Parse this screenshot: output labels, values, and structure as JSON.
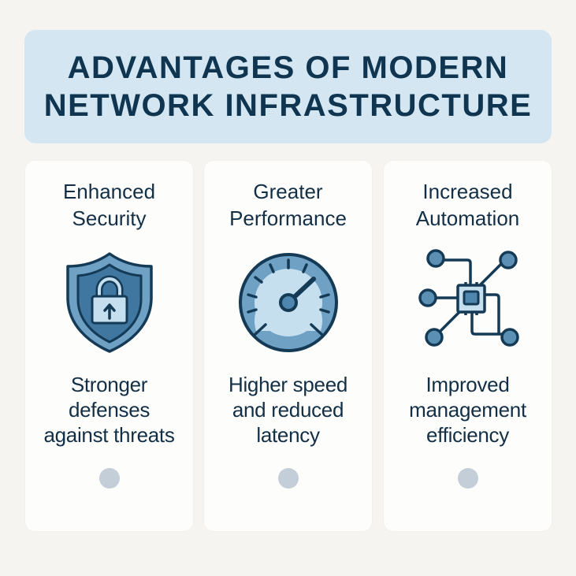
{
  "header": {
    "title_line1": "ADVANTAGES OF MODERN",
    "title_line2": "NETWORK INFRASTRUCTURE"
  },
  "colors": {
    "background": "#f6f4f1",
    "banner": "#d3e6f1",
    "title_text": "#0f3550",
    "icon_dark": "#143a55",
    "icon_mid": "#4f86ad",
    "icon_light": "#c5dfee",
    "dot": "#c3ced8"
  },
  "cards": [
    {
      "title_line1": "Enhanced",
      "title_line2": "Security",
      "icon": "shield-lock-icon",
      "desc_line1": "Stronger",
      "desc_line2": "defenses",
      "desc_line3": "against threats"
    },
    {
      "title_line1": "Greater",
      "title_line2": "Performance",
      "icon": "speedometer-icon",
      "desc_line1": "Higher speed",
      "desc_line2": "and reduced",
      "desc_line3": "latency"
    },
    {
      "title_line1": "Increased",
      "title_line2": "Automation",
      "icon": "circuit-network-icon",
      "desc_line1": "Improved",
      "desc_line2": "management",
      "desc_line3": "efficiency"
    }
  ]
}
